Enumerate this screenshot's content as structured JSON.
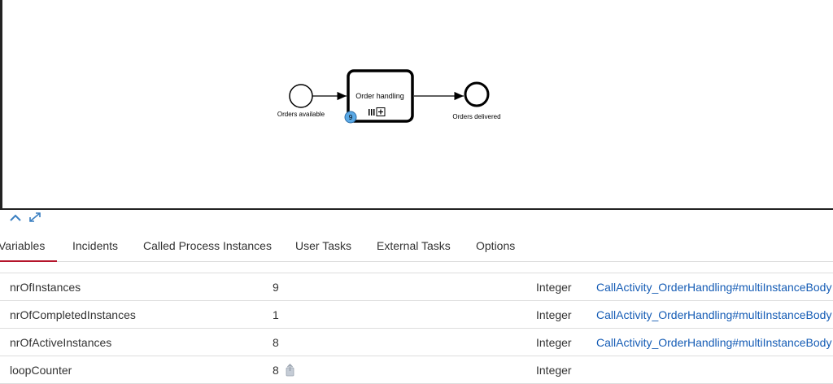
{
  "diagram": {
    "start_event_label": "Orders available",
    "task_label": "Order handling",
    "task_instance_count": "9",
    "end_event_label": "Orders delivered"
  },
  "controls": {
    "collapse_icon": "chevron-up-icon",
    "maximize_icon": "expand-icon"
  },
  "tabs": [
    {
      "label": "Variables",
      "active": true
    },
    {
      "label": "Incidents"
    },
    {
      "label": "Called Process Instances"
    },
    {
      "label": "User Tasks"
    },
    {
      "label": "External Tasks"
    },
    {
      "label": "Options"
    }
  ],
  "variables": [
    {
      "name": "nrOfInstances",
      "value": "9",
      "type": "Integer",
      "scope": "CallActivity_OrderHandling#multiInstanceBody"
    },
    {
      "name": "nrOfCompletedInstances",
      "value": "1",
      "type": "Integer",
      "scope": "CallActivity_OrderHandling#multiInstanceBody"
    },
    {
      "name": "nrOfActiveInstances",
      "value": "8",
      "type": "Integer",
      "scope": "CallActivity_OrderHandling#multiInstanceBody"
    },
    {
      "name": "loopCounter",
      "value": "8",
      "type": "Integer",
      "scope": ""
    }
  ],
  "colors": {
    "active_tab_underline": "#b5152b",
    "link": "#155cb5",
    "badge": "#5aa9e6"
  }
}
